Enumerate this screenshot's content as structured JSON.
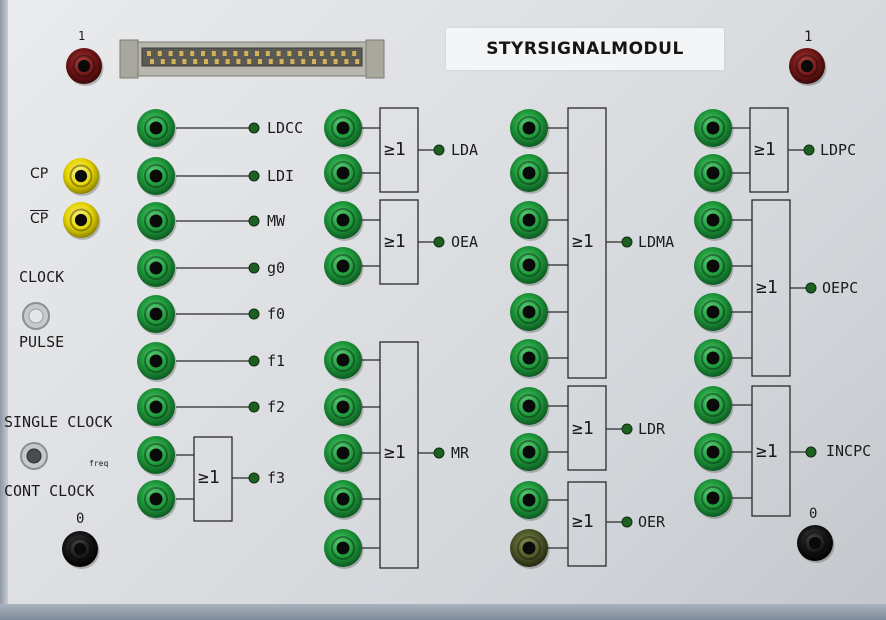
{
  "panel": {
    "title": "STYRSIGNALMODUL",
    "top_left_marker": "1",
    "top_right_marker": "1",
    "bottom_left_marker": "0",
    "bottom_right_marker": "0"
  },
  "left_controls": {
    "cp": "CP",
    "cp_bar": "CP",
    "clock": "CLOCK",
    "pulse": "PULSE",
    "single_clock": "SINGLE CLOCK",
    "freq": "freq",
    "cont_clock": "CONT CLOCK"
  },
  "gate_symbol": "≥1",
  "outputs": {
    "ldcc": "LDCC",
    "ldi": "LDI",
    "mw": "MW",
    "g0": "g0",
    "f0": "f0",
    "f1": "f1",
    "f2": "f2",
    "f3": "f3",
    "lda": "LDA",
    "oea": "OEA",
    "mr": "MR",
    "ldma": "LDMA",
    "ldr": "LDR",
    "oer": "OER",
    "ldpc": "LDPC",
    "oepc": "OEPC",
    "incpc": "INCPC"
  },
  "colors": {
    "green_socket": "#1f9a3c",
    "red_socket": "#6e1515",
    "yellow_socket": "#e5d400",
    "black_socket": "#141414",
    "indicator_led": "#1e5f22"
  }
}
